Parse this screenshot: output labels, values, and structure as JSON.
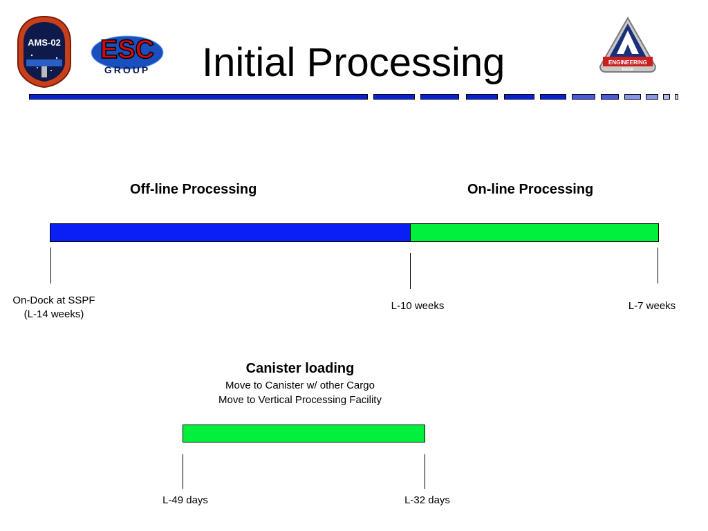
{
  "header": {
    "title": "Initial Processing",
    "logos": {
      "ams_patch_text": "AMS-02",
      "esc_logo_text": "ESC",
      "esc_logo_subtext": "GROUP",
      "nasa_badge_text": "ENGINEERING",
      "nasa_badge_subtext": "NASA"
    }
  },
  "timeline_top": {
    "offline_heading": "Off-line Processing",
    "online_heading": "On-line Processing",
    "start_label_line1": "On-Dock at SSPF",
    "start_label_line2": "(L-14 weeks)",
    "mid_label": "L-10 weeks",
    "end_label": "L-7 weeks",
    "offline_color": "#0a1ff5",
    "online_color": "#00f03c"
  },
  "timeline_bottom": {
    "heading": "Canister loading",
    "line1": "Move to Canister w/ other Cargo",
    "line2": "Move to Vertical Processing Facility",
    "start_label": "L-49 days",
    "end_label": "L-32 days",
    "bar_color": "#00f03c"
  },
  "colors": {
    "dash_dark": "#0a1fd8",
    "dash_mid": "#4a5ae0",
    "dash_light": "#8a94ea"
  }
}
